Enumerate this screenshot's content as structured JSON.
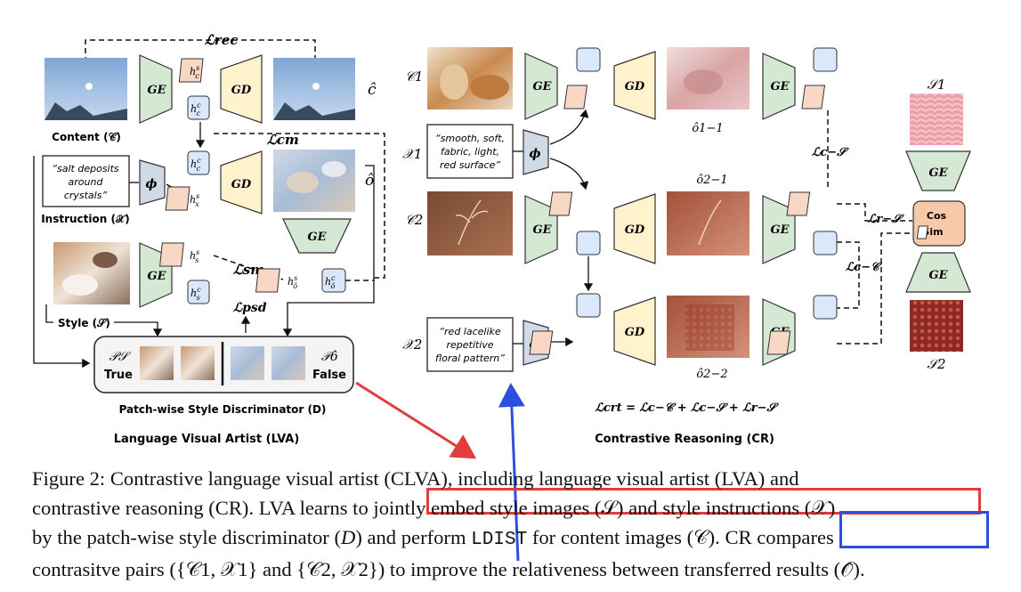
{
  "figure": {
    "lva": {
      "title": "Language Visual Artist (LVA)",
      "content_label": "Content (𝒞)",
      "instruction_label": "Instruction (𝒳)",
      "style_label": "Style (𝒮)",
      "instruction_text": [
        "“salt deposits",
        "around",
        "crystals”"
      ],
      "loss_rec": "ℒrec",
      "loss_cm": "ℒcm",
      "loss_sm": "ℒsm",
      "loss_psd": "ℒpsd",
      "c_hat": "ĉ",
      "o_hat": "ô",
      "encoder": "GE",
      "decoder": "GD",
      "phi": "ϕ",
      "discriminator": {
        "left_symbol": "𝒫𝒮",
        "left_label": "True",
        "right_symbol": "𝒫ô",
        "right_label": "False",
        "title": "Patch-wise Style Discriminator (D)"
      }
    },
    "cr": {
      "title": "Contrastive Reasoning (CR)",
      "c1": "𝒞1",
      "c2": "𝒞2",
      "x1": "𝒳1",
      "x2": "𝒳2",
      "x1_text": [
        "“smooth, soft,",
        "fabric, light,",
        "red surface”"
      ],
      "x2_text": [
        "“red lacelike",
        "repetitive",
        "floral pattern”"
      ],
      "o11": "ô1−1",
      "o21": "ô2−1",
      "o22": "ô2−2",
      "loss_cs": "ℒc−𝒮",
      "loss_rs": "ℒr−𝒮",
      "loss_cc": "ℒc−𝒞",
      "loss_crt": "ℒcrt = ℒc−𝒞 + ℒc−𝒮 + ℒr−𝒮",
      "s1": "𝒮1",
      "s2": "𝒮2",
      "cos_sim": [
        "Cos",
        "Sim"
      ]
    },
    "colors": {
      "encoder": "#d5e8d4",
      "decoder": "#fff2cc",
      "feature_style": "#f8d7c4",
      "feature_content": "#dae8fc",
      "cos_sim": "#f8c9a8",
      "phi": "#d0d9e6",
      "highlight_red": "#e23c3c",
      "highlight_blue": "#2d4fe0"
    }
  },
  "caption": {
    "line1": "Figure 2: Contrastive language visual artist (CLVA), including language visual artist (LVA) and",
    "line2_a": "contrastive reasoning (CR). LVA learns to ",
    "line2_b": "jointly embed style images (𝒮) and style instructions (𝒳)",
    "line3_a": "by the patch-wise style discriminator (",
    "line3_d": "D",
    "line3_b": ") and perform ",
    "line3_mono": "LDIST",
    "line3_c": " for content images (𝒞). ",
    "line3_d2": "CR compares",
    "line4": "contrasitve pairs ({𝒞1, 𝒳1} and {𝒞2, 𝒳2}) to improve the relativeness between transferred results (𝒪̂)."
  }
}
